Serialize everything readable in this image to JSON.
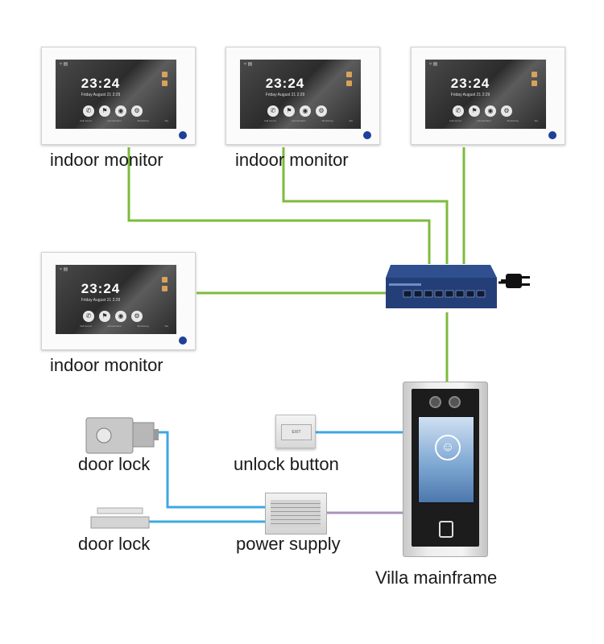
{
  "colors": {
    "lan_wire": "#7dbb3c",
    "lock_wire": "#3ea8e0",
    "power_wire": "#a992b8"
  },
  "monitor_screen": {
    "time": "23:24",
    "date": "Friday  August 21  2:29",
    "captions": [
      "Call record",
      "Home/Indoor",
      "Monitoring",
      "Set"
    ]
  },
  "labels": {
    "monitor_1": "indoor monitor",
    "monitor_2": "indoor monitor",
    "monitor_4": "indoor monitor",
    "door_lock_1": "door lock",
    "door_lock_2": "door lock",
    "unlock_button": "unlock button",
    "power_supply": "power supply",
    "mainframe": "Villa mainframe"
  },
  "devices": {
    "unlock_button_plate": "EXIT"
  }
}
